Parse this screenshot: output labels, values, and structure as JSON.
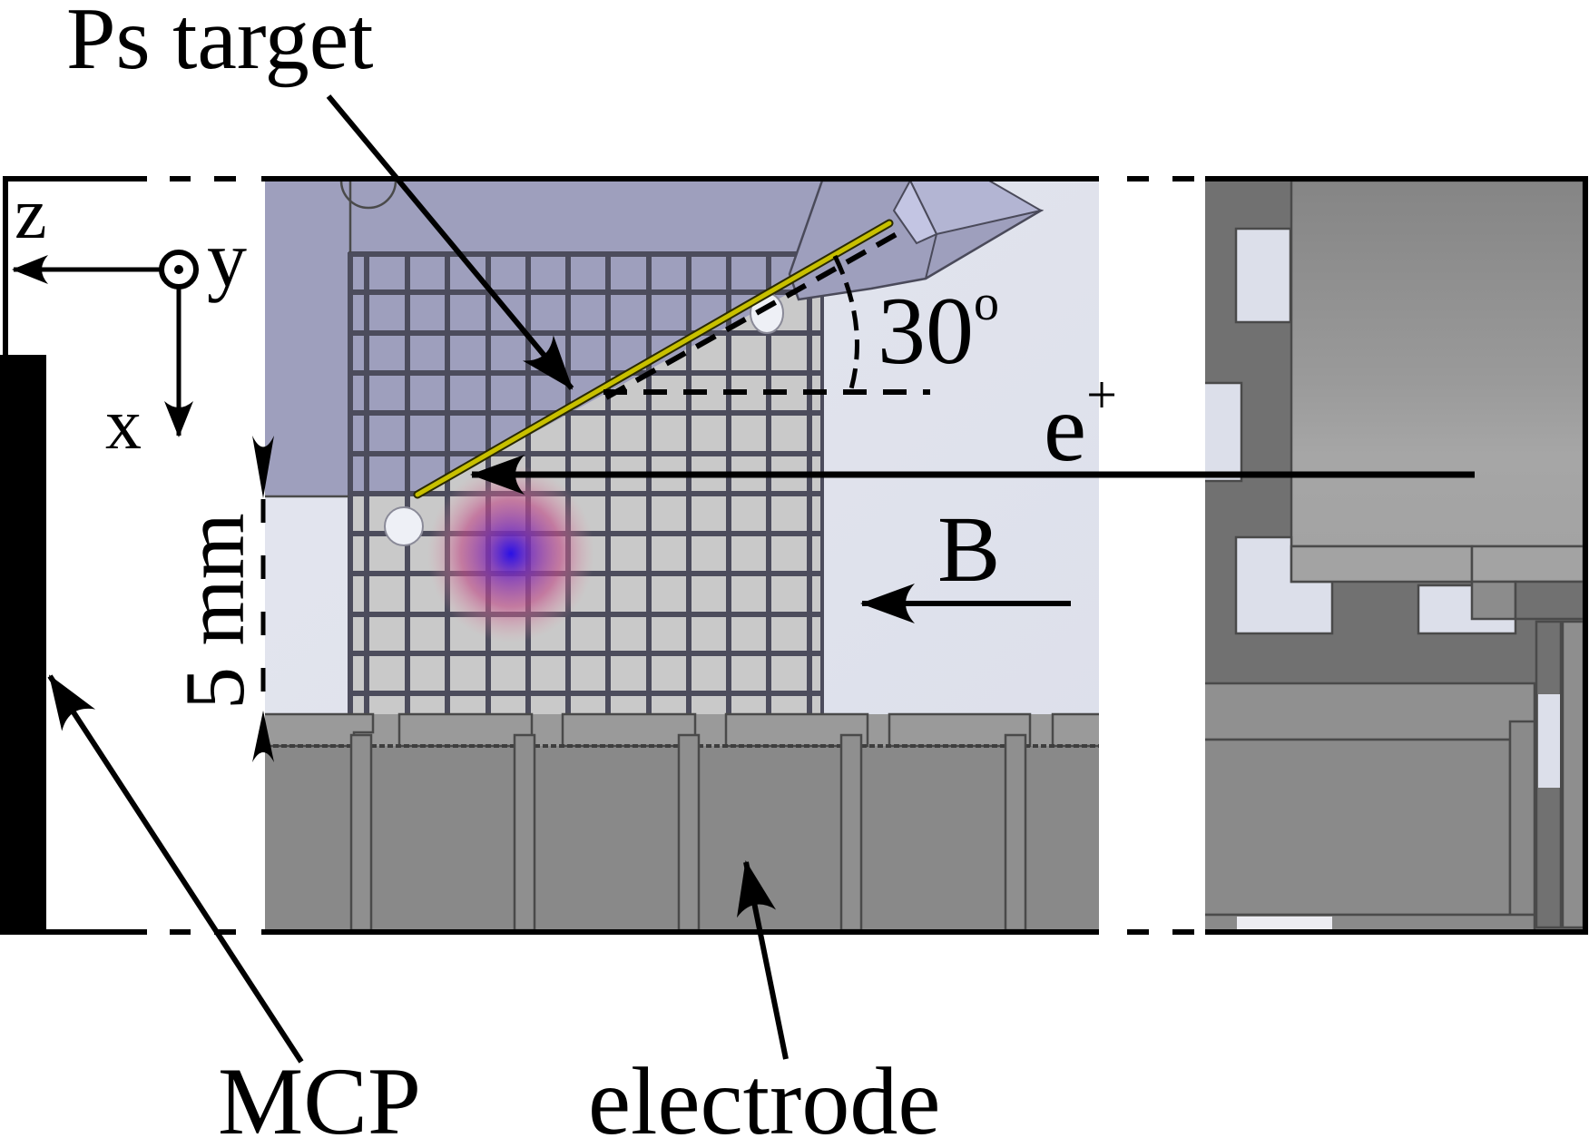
{
  "figure": {
    "title_label": "Ps target",
    "angle_label": "30",
    "angle_unit": "o",
    "positron_label": "e",
    "positron_sup": "+",
    "field_label": "B",
    "dimension_label": "5 mm",
    "mcp_label": "MCP",
    "electrode_label": "electrode",
    "axes": {
      "z_label": "z",
      "y_label": "y",
      "x_label": "x"
    }
  },
  "colors": {
    "lavender": "#9e9fbd",
    "holder_light": "#b9bbd9",
    "pale_panel": "#dfe2ec",
    "grid_cell": "#c9c9c9",
    "grid_line": "#4c4c5c",
    "electrode": "#898989",
    "electrode_top": "#9a9a9a",
    "target_yellow": "#c8c000",
    "right_dark": "#717171",
    "right_medium": "#8a8a8a",
    "right_light": "#a5a5a5",
    "right_window": "#dcdfea",
    "spot_center": "#2a12e0",
    "spot_edge": "#e08aa0"
  }
}
